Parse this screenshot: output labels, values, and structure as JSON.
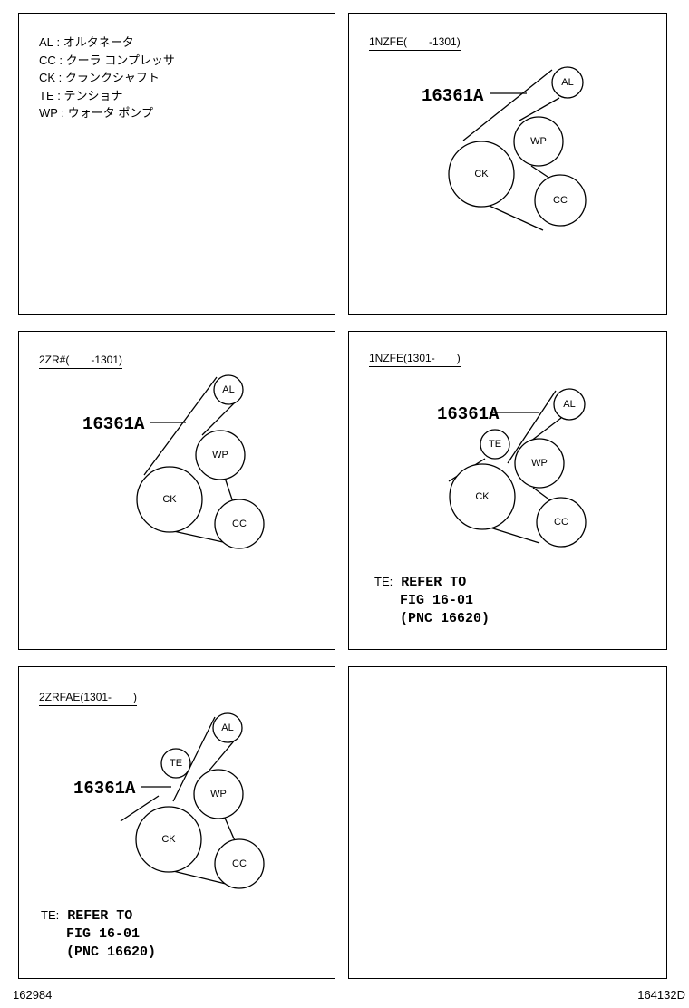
{
  "legend": [
    "AL : オルタネータ",
    "CC : クーラ コンプレッサ",
    "CK : クランクシャフト",
    "TE : テンショナ",
    "WP : ウォータ ポンプ"
  ],
  "panels": {
    "p1": {
      "title": "1NZFE(　　-1301)",
      "part": "16361A",
      "labels": {
        "al": "AL",
        "wp": "WP",
        "ck": "CK",
        "cc": "CC"
      }
    },
    "p2": {
      "title": "2ZR#(　　-1301)",
      "part": "16361A",
      "labels": {
        "al": "AL",
        "wp": "WP",
        "ck": "CK",
        "cc": "CC"
      }
    },
    "p3": {
      "title": "1NZFE(1301-　　)",
      "part": "16361A",
      "labels": {
        "al": "AL",
        "te": "TE",
        "wp": "WP",
        "ck": "CK",
        "cc": "CC"
      },
      "note": {
        "prefix": "TE:",
        "line1": "REFER TO",
        "line2": "FIG 16-01",
        "line3": "(PNC 16620)"
      }
    },
    "p4": {
      "title": "2ZRFAE(1301-　　)",
      "part": "16361A",
      "labels": {
        "al": "AL",
        "te": "TE",
        "wp": "WP",
        "ck": "CK",
        "cc": "CC"
      },
      "note": {
        "prefix": "TE:",
        "line1": "REFER TO",
        "line2": "FIG 16-01",
        "line3": "(PNC 16620)"
      }
    }
  },
  "footer": {
    "left": "162984",
    "right": "164132D"
  }
}
